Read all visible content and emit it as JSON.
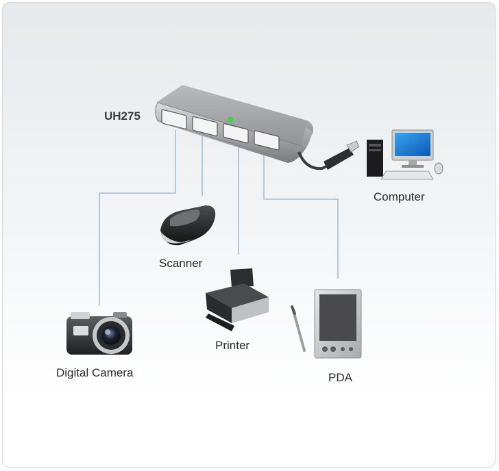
{
  "hub": {
    "model": "UH275",
    "port_count": 4,
    "led_color": "#3fd14a"
  },
  "devices": {
    "computer": "Computer",
    "scanner": "Scanner",
    "printer": "Printer",
    "camera": "Digital Camera",
    "pda": "PDA"
  },
  "colors": {
    "connector_line": "#8fb2cc",
    "hub_body": "#8a8c8f",
    "background": "#eceef0"
  }
}
